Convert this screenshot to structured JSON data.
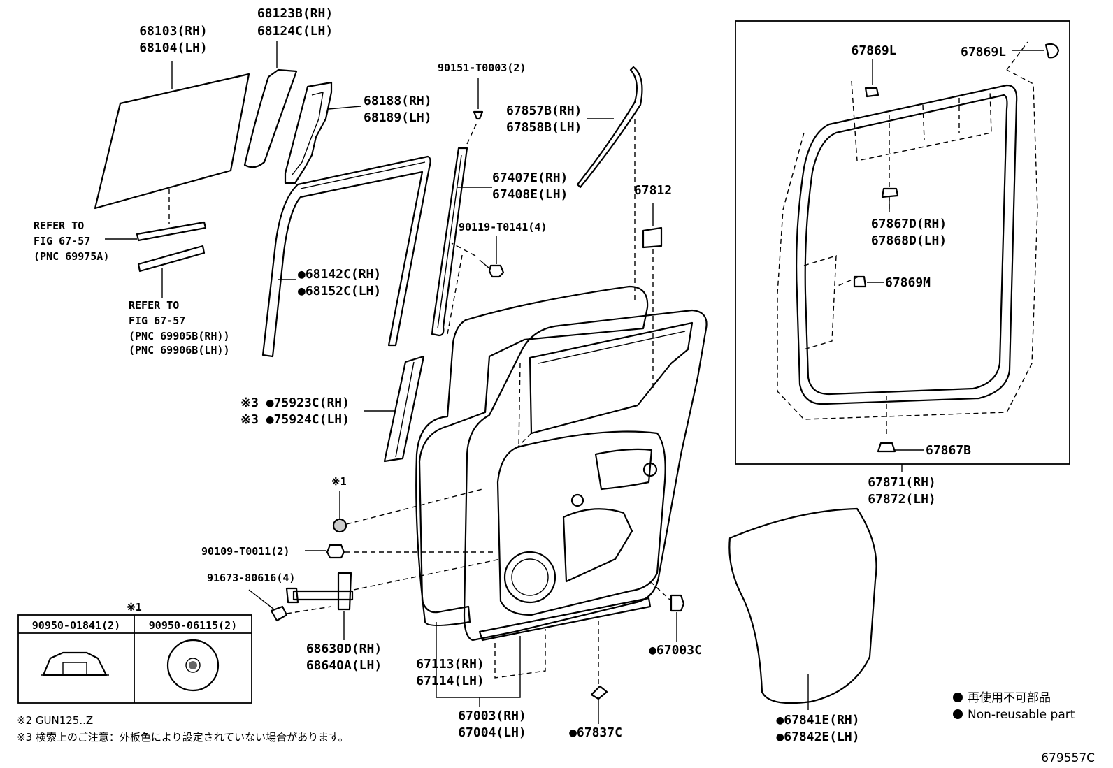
{
  "labels": {
    "glass": [
      "68103(RH)",
      "68104(LH)"
    ],
    "quarter_glass": [
      "68123B(RH)",
      "68124C(LH)"
    ],
    "quarter_frame": [
      "68188(RH)",
      "68189(LH)"
    ],
    "screw_top": "90151-T0003(2)",
    "outer_molding": [
      "67857B(RH)",
      "67858B(LH)"
    ],
    "division_bar": [
      "67407E(RH)",
      "67408E(LH)"
    ],
    "bolt_division": "90119-T0141(4)",
    "pad": "67812",
    "run_channel": [
      "●68142C(RH)",
      "●68152C(LH)"
    ],
    "refer1": [
      "REFER TO",
      "FIG 67-57",
      "(PNC 69975A)"
    ],
    "refer2": [
      "REFER TO",
      "FIG 67-57",
      "(PNC 69905B(RH))",
      "(PNC 69906B(LH))"
    ],
    "tape": [
      "※3 ●75923C(RH)",
      "※3 ●75924C(LH)"
    ],
    "mark1_top": "※1",
    "bolt_check": "90109-T0011(2)",
    "screw_check": "91673-80616(4)",
    "check_assy": [
      "68630D(RH)",
      "68640A(LH)"
    ],
    "panel_sub": [
      "67113(RH)",
      "67114(LH)"
    ],
    "door_assy": [
      "67003(RH)",
      "67004(LH)"
    ],
    "plug_bottom": "●67837C",
    "plug_side": "●67003C",
    "weatherstrip": [
      "67871(RH)",
      "67872(LH)"
    ],
    "clip_l1": "67869L",
    "clip_l2": "67869L",
    "clip_d": [
      "67867D(RH)",
      "67868D(LH)"
    ],
    "clip_m": "67869M",
    "clip_b": "67867B",
    "service_hole": [
      "●67841E(RH)",
      "●67842E(LH)"
    ]
  },
  "table": {
    "mark": "※1",
    "headers": [
      "90950-01841(2)",
      "90950-06115(2)"
    ]
  },
  "notes": {
    "note2": "※2 GUN125..Z",
    "note3": "※3 検索上のご注意：外板色により設定されていない場合があります。"
  },
  "legend": {
    "jp": "再使用不可部品",
    "en": "Non-reusable part"
  },
  "figure_id": "679557C"
}
